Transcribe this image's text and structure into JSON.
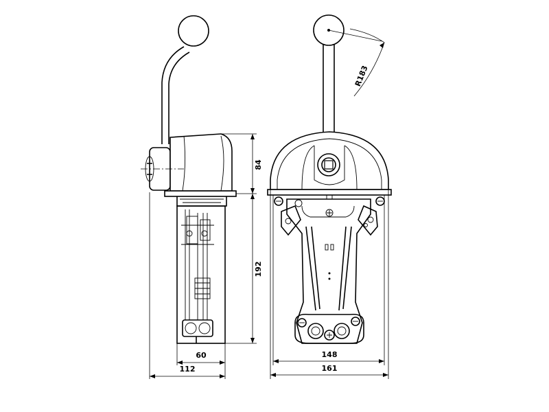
{
  "dimensions": {
    "housing_height": "84",
    "body_height": "192",
    "base_width_side": "60",
    "overall_width_side": "112",
    "base_width_front": "148",
    "overall_width_front": "161",
    "lever_radius": "R183"
  }
}
